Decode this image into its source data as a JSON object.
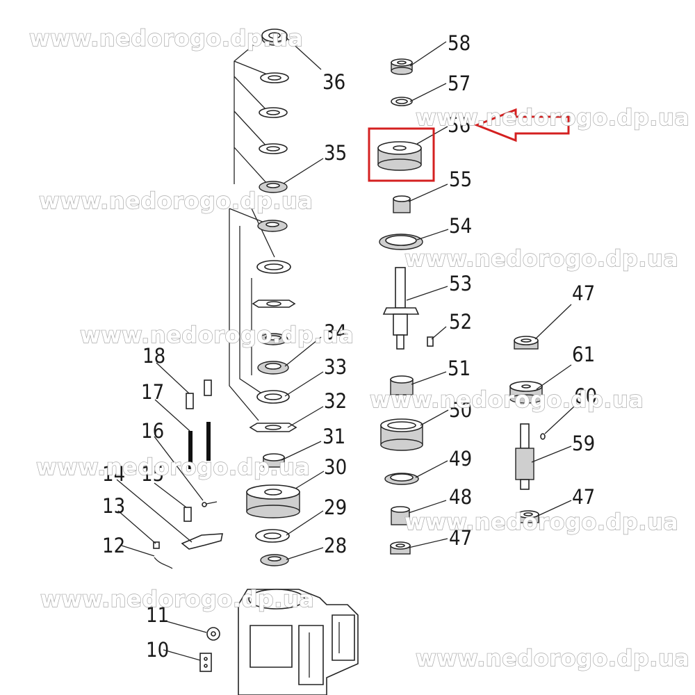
{
  "watermark_text": "www.nedorogo.dp.ua",
  "highlight_color": "#d42020",
  "part_numbers": {
    "n10": "10",
    "n11": "11",
    "n12": "12",
    "n13": "13",
    "n14": "14",
    "n15": "15",
    "n16": "16",
    "n17": "17",
    "n18": "18",
    "n28": "28",
    "n29": "29",
    "n30": "30",
    "n31": "31",
    "n32": "32",
    "n33": "33",
    "n34": "34",
    "n35": "35",
    "n36": "36",
    "n47a": "47",
    "n47b": "47",
    "n47c": "47",
    "n48": "48",
    "n49": "49",
    "n50": "50",
    "n51": "51",
    "n52": "52",
    "n53": "53",
    "n54": "54",
    "n55": "55",
    "n56": "56",
    "n57": "57",
    "n58": "58",
    "n59": "59",
    "n60": "60",
    "n61": "61"
  }
}
